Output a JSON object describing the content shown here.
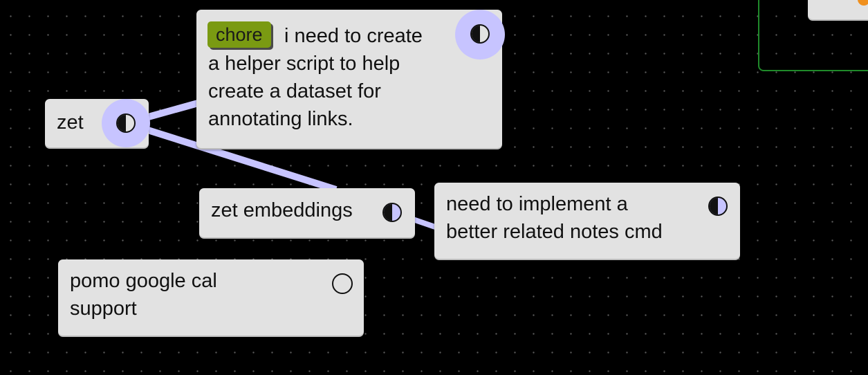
{
  "colors": {
    "background": "#000000",
    "card": "#e2e2e2",
    "edge": "#c7c4ff",
    "tag": "#7a9a12",
    "group_border": "#1f8a2a",
    "status_accent": "#f0901e"
  },
  "nodes": {
    "zet": {
      "text": "zet",
      "status_icon": "half-circle-icon"
    },
    "helper_script": {
      "tag": "chore",
      "text": "i need to create\na helper script to help\ncreate a dataset for\nannotating links.",
      "status_icon": "half-circle-icon"
    },
    "zet_embeddings": {
      "text": "zet embeddings",
      "status_icon": "half-circle-icon"
    },
    "related_notes": {
      "text": "need to implement a\nbetter related notes cmd",
      "status_icon": "half-circle-icon"
    },
    "pomo": {
      "text": "pomo google cal\nsupport",
      "status_icon": "empty-circle-icon"
    }
  },
  "edges": [
    {
      "from": "zet",
      "to": "helper_script"
    },
    {
      "from": "zet",
      "to": "zet_embeddings"
    },
    {
      "from": "zet_embeddings",
      "to": "related_notes"
    }
  ]
}
